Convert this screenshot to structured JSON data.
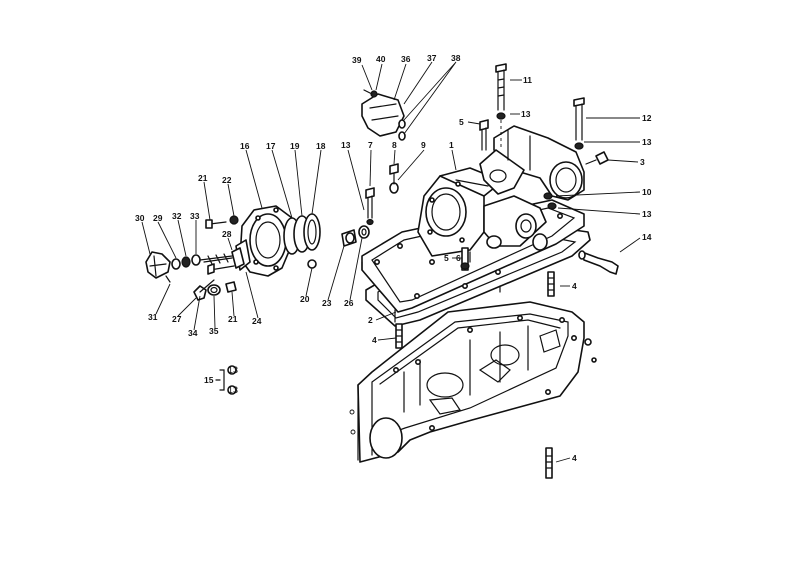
{
  "diagram": {
    "callouts": [
      {
        "id": "39",
        "text": "39"
      },
      {
        "id": "40",
        "text": "40"
      },
      {
        "id": "36",
        "text": "36"
      },
      {
        "id": "37",
        "text": "37"
      },
      {
        "id": "38",
        "text": "38"
      },
      {
        "id": "11",
        "text": "11"
      },
      {
        "id": "13a",
        "text": "13"
      },
      {
        "id": "5a",
        "text": "5"
      },
      {
        "id": "12",
        "text": "12"
      },
      {
        "id": "13b",
        "text": "13"
      },
      {
        "id": "3",
        "text": "3"
      },
      {
        "id": "10",
        "text": "10"
      },
      {
        "id": "13c",
        "text": "13"
      },
      {
        "id": "14",
        "text": "14"
      },
      {
        "id": "13d",
        "text": "13"
      },
      {
        "id": "7",
        "text": "7"
      },
      {
        "id": "8",
        "text": "8"
      },
      {
        "id": "9",
        "text": "9"
      },
      {
        "id": "1",
        "text": "1"
      },
      {
        "id": "16",
        "text": "16"
      },
      {
        "id": "17",
        "text": "17"
      },
      {
        "id": "19",
        "text": "19"
      },
      {
        "id": "18",
        "text": "18"
      },
      {
        "id": "21a",
        "text": "21"
      },
      {
        "id": "22",
        "text": "22"
      },
      {
        "id": "30",
        "text": "30"
      },
      {
        "id": "29",
        "text": "29"
      },
      {
        "id": "32",
        "text": "32"
      },
      {
        "id": "33",
        "text": "33"
      },
      {
        "id": "28",
        "text": "28"
      },
      {
        "id": "31",
        "text": "31"
      },
      {
        "id": "27",
        "text": "27"
      },
      {
        "id": "34",
        "text": "34"
      },
      {
        "id": "35",
        "text": "35"
      },
      {
        "id": "21b",
        "text": "21"
      },
      {
        "id": "24",
        "text": "24"
      },
      {
        "id": "20",
        "text": "20"
      },
      {
        "id": "23",
        "text": "23"
      },
      {
        "id": "26",
        "text": "26"
      },
      {
        "id": "5b",
        "text": "5"
      },
      {
        "id": "6",
        "text": "6"
      },
      {
        "id": "2",
        "text": "2"
      },
      {
        "id": "4a",
        "text": "4"
      },
      {
        "id": "4b",
        "text": "4"
      },
      {
        "id": "4c",
        "text": "4"
      },
      {
        "id": "15",
        "text": "15"
      },
      {
        "id": "15-upper",
        "text": "13"
      },
      {
        "id": "15-lower",
        "text": "13"
      }
    ]
  }
}
